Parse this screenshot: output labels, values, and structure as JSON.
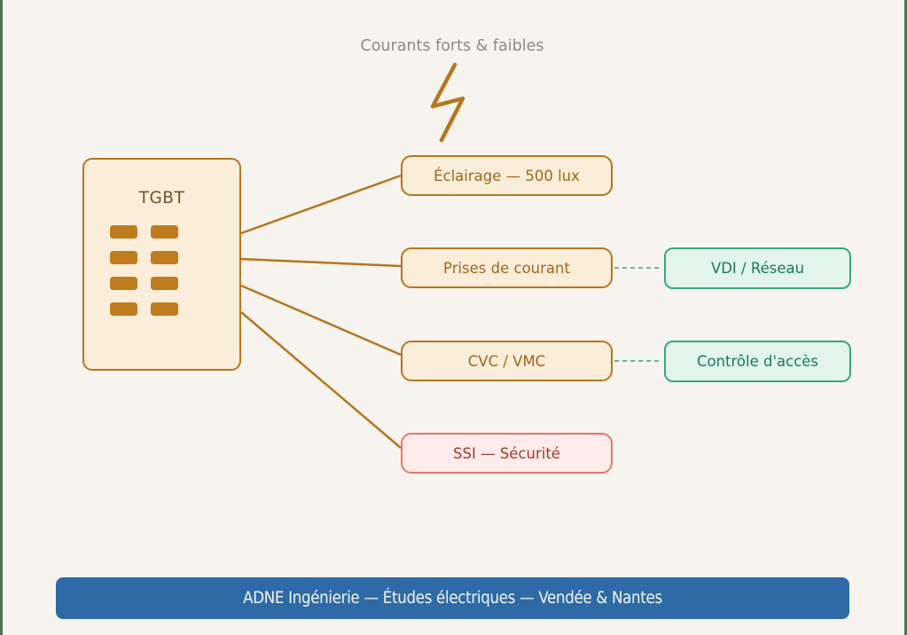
{
  "header": {
    "caption": "Courants forts & faibles",
    "icon": "lightning-bolt-icon"
  },
  "tgbt": {
    "label": "TGBT",
    "breaker_count": 8
  },
  "nodes": {
    "eclairage": {
      "label": "Éclairage — 500 lux",
      "style": "brown"
    },
    "prises": {
      "label": "Prises de courant",
      "style": "brown"
    },
    "cvc": {
      "label": "CVC / VMC",
      "style": "brown"
    },
    "ssi": {
      "label": "SSI — Sécurité",
      "style": "pink"
    },
    "vdi": {
      "label": "VDI / Réseau",
      "style": "teal"
    },
    "acces": {
      "label": "Contrôle d'accès",
      "style": "teal"
    }
  },
  "connections": [
    {
      "from": "tgbt",
      "to": "eclairage",
      "type": "solid-brown"
    },
    {
      "from": "tgbt",
      "to": "prises",
      "type": "solid-brown"
    },
    {
      "from": "tgbt",
      "to": "cvc",
      "type": "solid-brown"
    },
    {
      "from": "tgbt",
      "to": "ssi",
      "type": "solid-brown"
    },
    {
      "from": "prises",
      "to": "vdi",
      "type": "dashed-teal"
    },
    {
      "from": "cvc",
      "to": "acces",
      "type": "dashed-teal"
    }
  ],
  "footer": {
    "label": "ADNE Ingénierie — Études électriques — Vendée & Nantes"
  },
  "colors": {
    "bg": "#f7f4ef",
    "frameGreen": "#4f7550",
    "brown": "#b5761f",
    "brownText": "#a1661a",
    "tgbtText": "#6e5430",
    "cream": "#faeeda",
    "breaker": "#bf7c1e",
    "tealBorder": "#35a77e",
    "tealFill": "#e2f4eb",
    "tealText": "#1c7a60",
    "pinkFill": "#fdecea",
    "pinkBorder": "#e8756a",
    "redText": "#a03a30",
    "blue": "#2e6ba6",
    "gray": "#8a8a8a"
  }
}
